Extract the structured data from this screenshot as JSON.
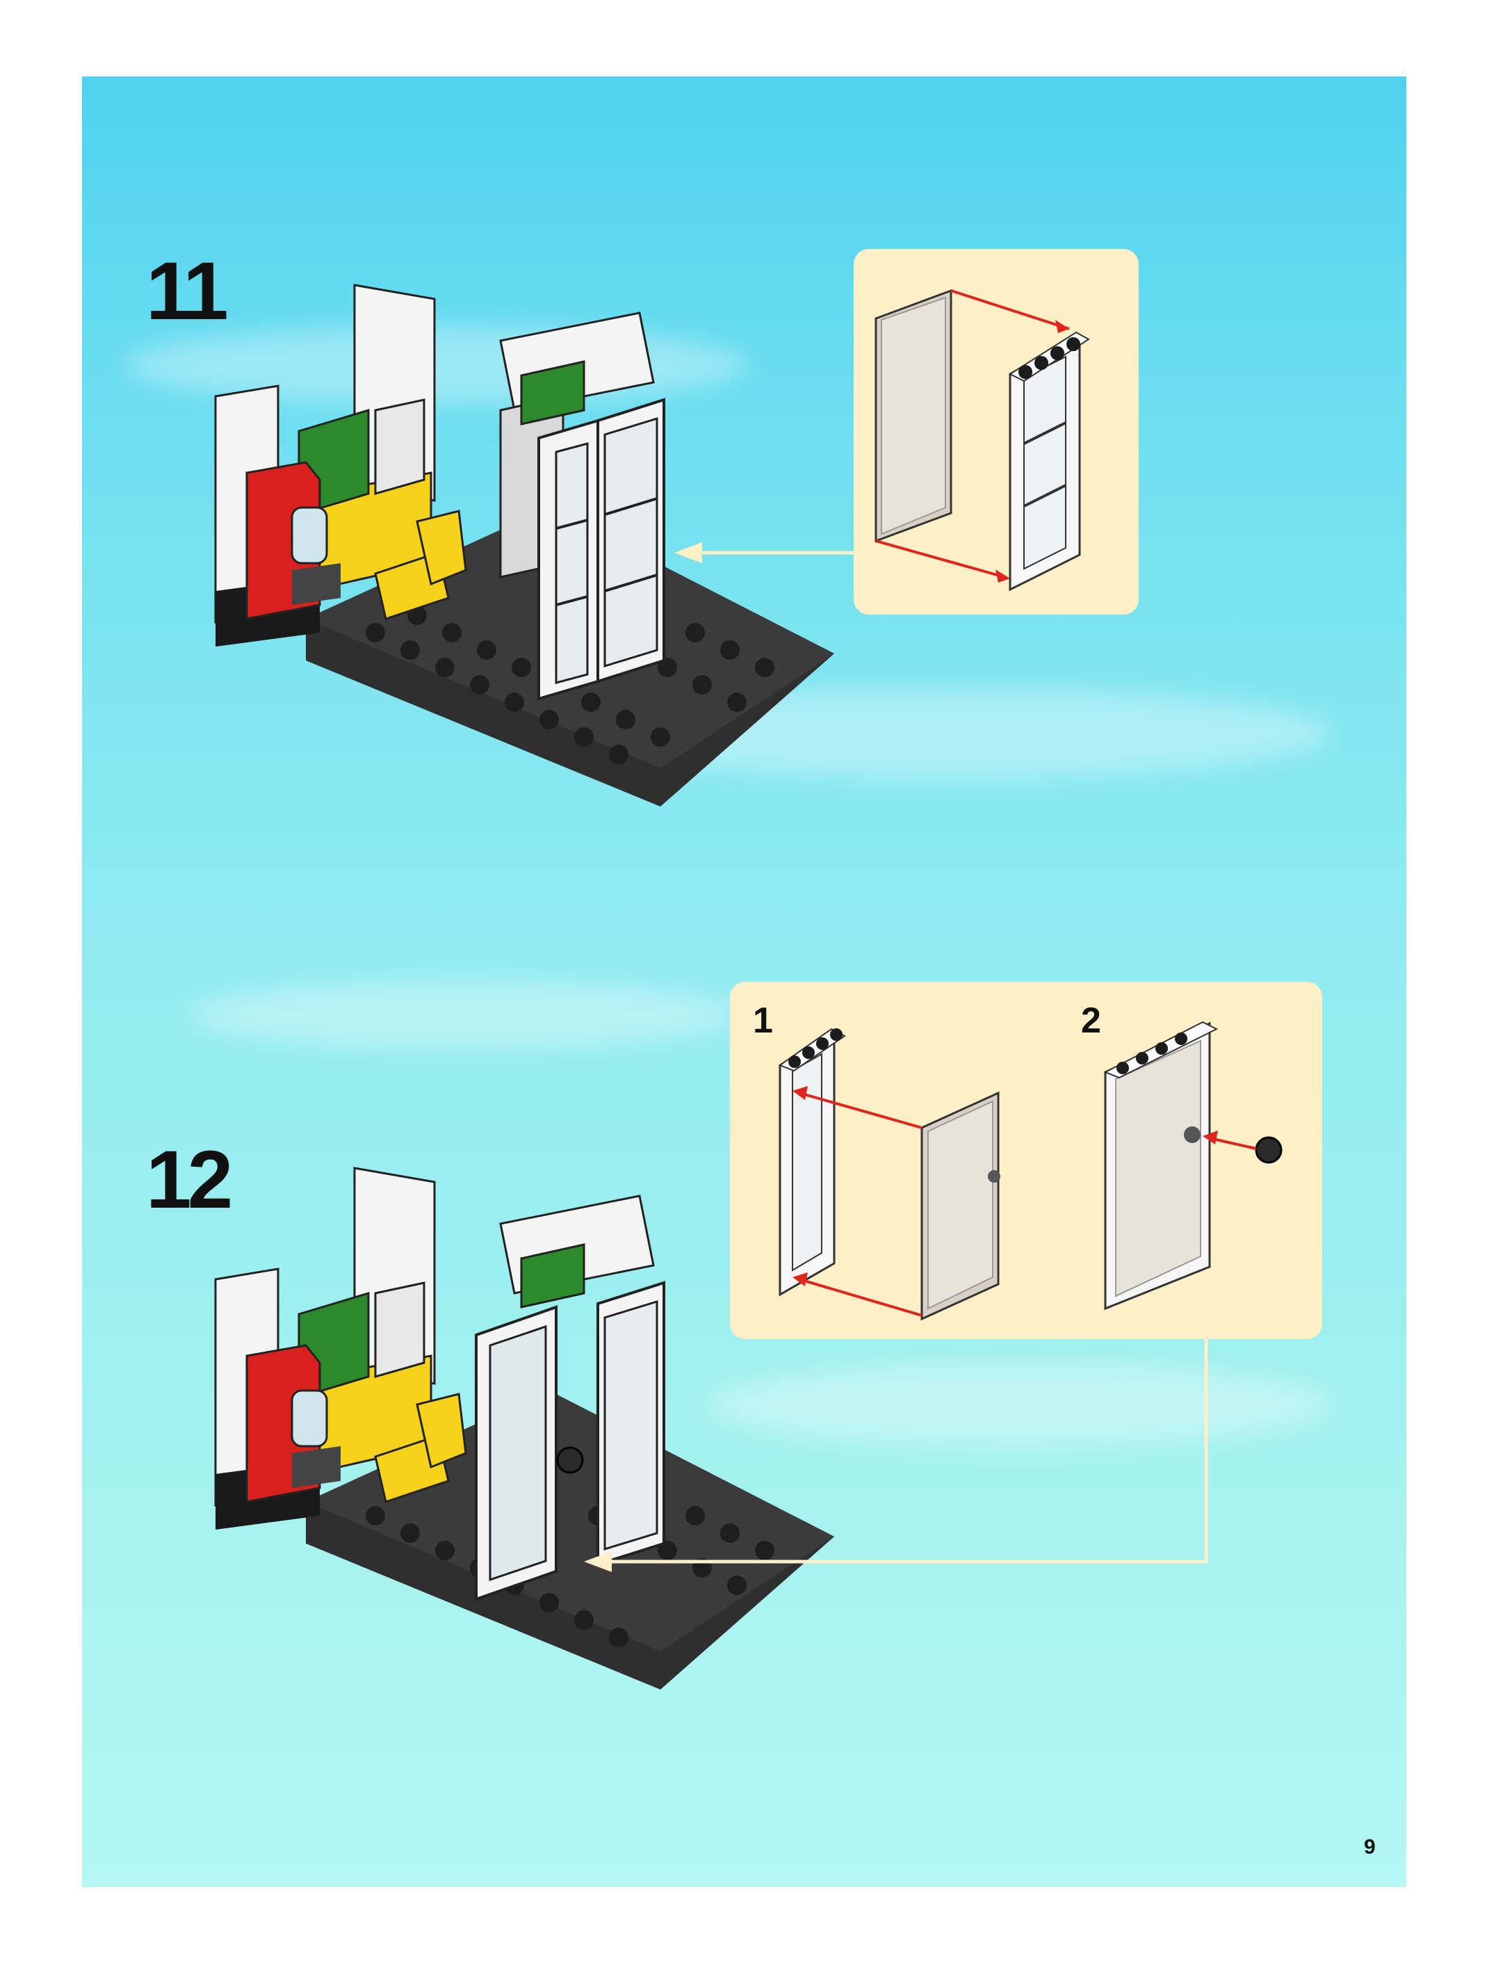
{
  "steps": [
    {
      "number": "11"
    },
    {
      "number": "12",
      "substeps": [
        {
          "label": "1"
        },
        {
          "label": "2"
        }
      ]
    }
  ],
  "page_number": "9",
  "colors": {
    "background_top": "#4fd2ee",
    "background_bottom": "#b4f7f3",
    "callout": "#fdf0c8",
    "arrow_red": "#e0261c",
    "pointer": "#fdf0c8",
    "baseplate": "#333333",
    "brick_white": "#f4f4f4",
    "brick_red": "#d8201c",
    "brick_yellow": "#f7d21a"
  },
  "icons": [
    "lego-model-step-11",
    "lego-model-step-12",
    "window-frame-part",
    "glass-pane-part",
    "door-frame-part",
    "door-part",
    "door-knob-part"
  ]
}
